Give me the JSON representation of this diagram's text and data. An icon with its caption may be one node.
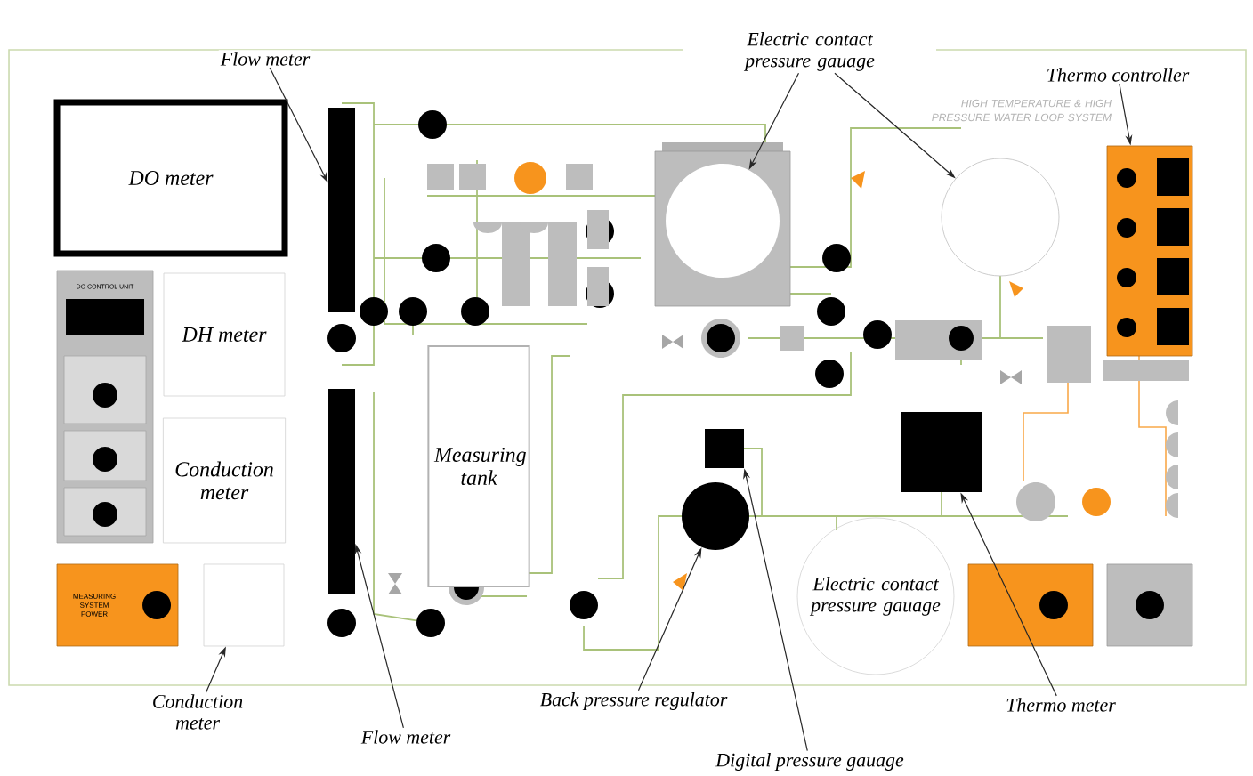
{
  "diagram": {
    "nodes": [
      {
        "text": [
          "DO meter"
        ]
      },
      {
        "text": [
          "DO CONTROL UNIT"
        ]
      },
      {
        "text": [
          "DH meter"
        ]
      },
      {
        "text": [
          "Conduction meter"
        ]
      },
      {
        "text": [
          "MEASURING SYSTEM POWER"
        ]
      },
      {
        "text": [],
        "shape": "box"
      },
      {
        "text": [
          "Flow meter"
        ]
      },
      {
        "text": [],
        "shape": "bar"
      },
      {
        "text": [],
        "shape": "bar"
      },
      {
        "text": [
          "Measuring tank"
        ]
      },
      {
        "text": [
          "Electric contact pressure gauage"
        ]
      },
      {
        "text": [],
        "shape": "circle"
      },
      {
        "text": [],
        "shape": "circle"
      },
      {
        "text": [
          "Thermo controller"
        ]
      },
      {
        "text": [],
        "shape": "box"
      },
      {
        "text": [],
        "shape": "box"
      },
      {
        "text": [],
        "shape": "circle"
      },
      {
        "text": [
          "Electric contact pressure gauage"
        ]
      },
      {
        "text": [],
        "shape": "box"
      },
      {
        "text": [
          "Conduction meter"
        ]
      },
      {
        "text": [
          "Flow meter"
        ]
      },
      {
        "text": [
          "Back pressure regulator"
        ]
      },
      {
        "text": [
          "Digital pressure gauage"
        ]
      },
      {
        "text": [
          "Thermo meter"
        ]
      }
    ],
    "edges": [
      {
        "from": 6,
        "to": 7,
        "arrow": "to"
      },
      {
        "from": 10,
        "to": 11,
        "arrow": "to"
      },
      {
        "from": 10,
        "to": 12,
        "arrow": "to"
      },
      {
        "from": 13,
        "to": 14,
        "arrow": "to"
      },
      {
        "from": 19,
        "to": 5,
        "arrow": "to"
      },
      {
        "from": 20,
        "to": 8,
        "arrow": "to"
      },
      {
        "from": 21,
        "to": 16,
        "arrow": "to"
      },
      {
        "from": 22,
        "to": 15,
        "arrow": "to"
      },
      {
        "from": 23,
        "to": 18,
        "arrow": "to"
      }
    ],
    "labels": [
      "HIGH TEMPERATURE & HIGH PRESSURE WATER LOOP SYSTEM"
    ]
  }
}
